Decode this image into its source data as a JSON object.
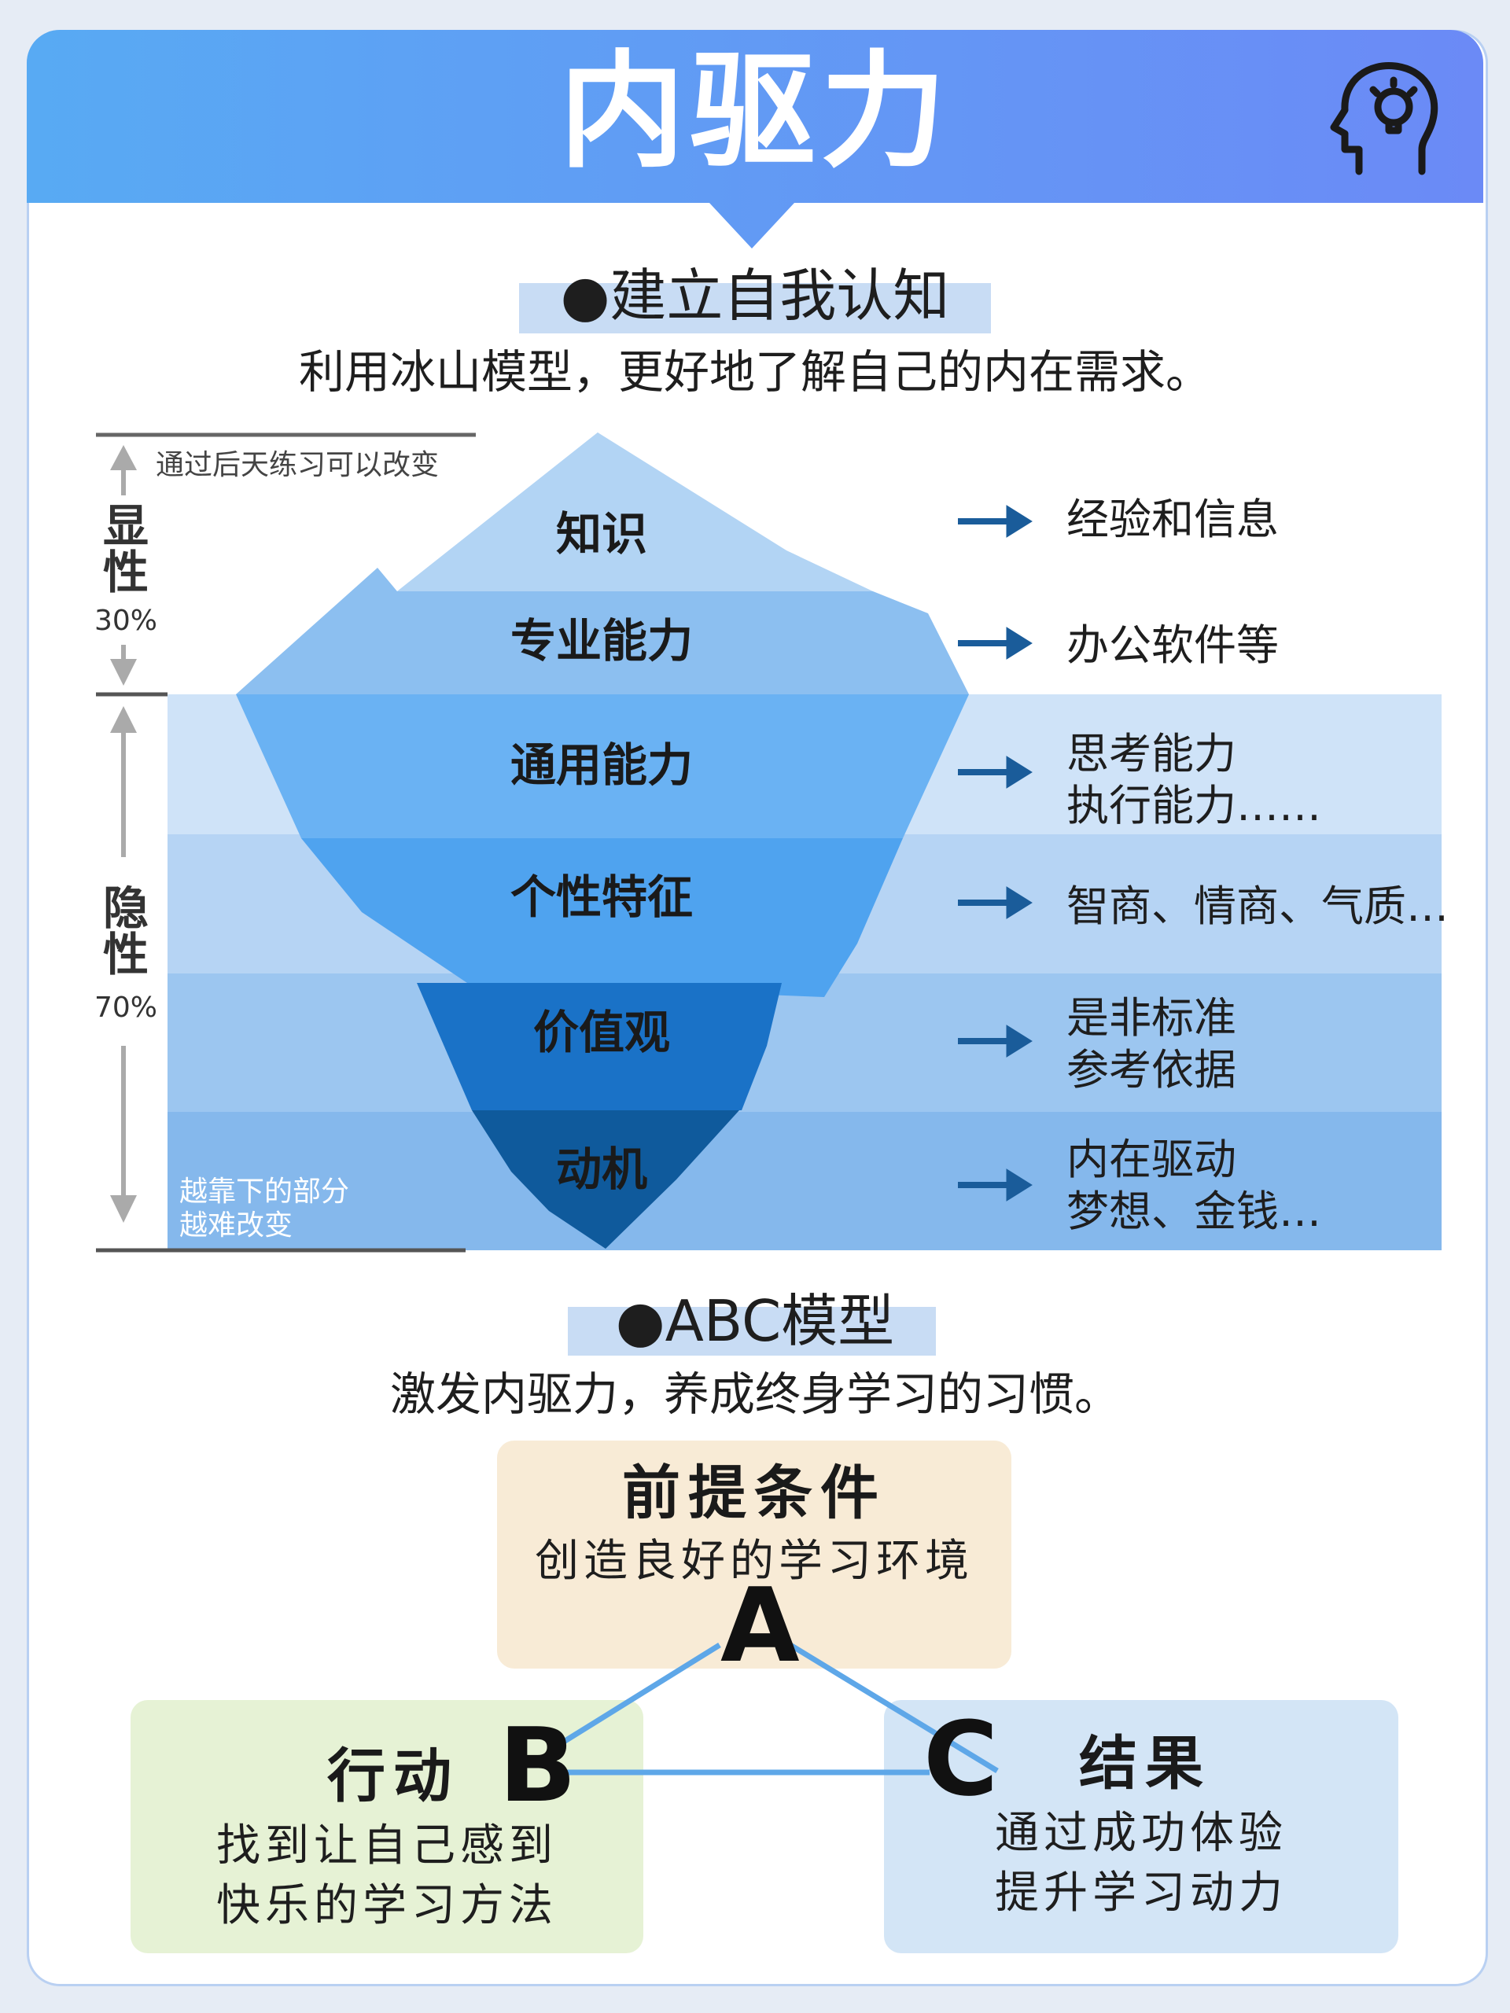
{
  "header": {
    "title": "内驱力",
    "icon": "head-lightbulb-icon"
  },
  "section1": {
    "heading": "●建立自我认知",
    "subtitle": "利用冰山模型，更好地了解自己的内在需求。"
  },
  "iceberg": {
    "visible": {
      "label": "显\n性",
      "percent": "30%",
      "note": "通过后天练习可以改变"
    },
    "hidden": {
      "label": "隐\n性",
      "percent": "70%",
      "note": "越靠下的部分\n越难改变"
    },
    "layers": [
      {
        "name": "知识",
        "desc": "经验和信息"
      },
      {
        "name": "专业能力",
        "desc": "办公软件等"
      },
      {
        "name": "通用能力",
        "desc": "思考能力\n执行能力……"
      },
      {
        "name": "个性特征",
        "desc": "智商、情商、气质…"
      },
      {
        "name": "价值观",
        "desc": "是非标准\n参考依据"
      },
      {
        "name": "动机",
        "desc": "内在驱动\n梦想、金钱…"
      }
    ]
  },
  "section2": {
    "heading": "●ABC模型",
    "subtitle": "激发内驱力，养成终身学习的习惯。"
  },
  "abc": {
    "a": {
      "letter": "A",
      "title": "前提条件",
      "text": "创造良好的学习环境"
    },
    "b": {
      "letter": "B",
      "title": "行动",
      "text": "找到让自己感到\n快乐的学习方法"
    },
    "c": {
      "letter": "C",
      "title": "结果",
      "text": "通过成功体验\n提升学习动力"
    }
  },
  "colors": {
    "header_start": "#5aa8f3",
    "header_end": "#6a8cf5",
    "iceberg_tip": "#b4d5f3",
    "iceberg_deep": "#0f5a9c",
    "arrow": "#1a5c9a",
    "box_a": "#f8ebd6",
    "box_b": "#e6f2d5",
    "box_c": "#d3e5f6"
  }
}
